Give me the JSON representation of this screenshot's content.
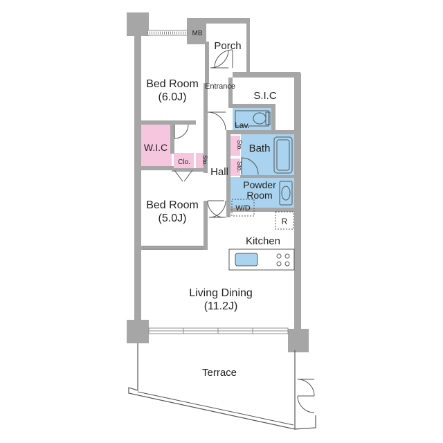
{
  "colors": {
    "wall": "#a6a6a6",
    "wall_dark": "#8c8c8c",
    "wet_area": "#a9d3ee",
    "closet": "#f6c6df",
    "line": "#555555",
    "background": "#ffffff"
  },
  "rooms": {
    "porch": "Porch",
    "mb": "MB",
    "entrance": "Entrance",
    "sic": "S.I.C",
    "bedroom1_name": "Bed Room",
    "bedroom1_size": "(6.0J)",
    "wic": "W.I.C",
    "lav": "Lav.",
    "bath": "Bath",
    "sto1": "Sto.",
    "sto2": "Sto.",
    "sto3": "Sto.",
    "clo": "Clo.",
    "hall": "Hall",
    "powder_line1": "Powder",
    "powder_line2": "Room",
    "wd": "W/D",
    "r": "R",
    "bedroom2_name": "Bed Room",
    "bedroom2_size": "(5.0J)",
    "kitchen": "Kitchen",
    "living_name": "Living Dining",
    "living_size": "(11.2J)",
    "terrace": "Terrace"
  }
}
